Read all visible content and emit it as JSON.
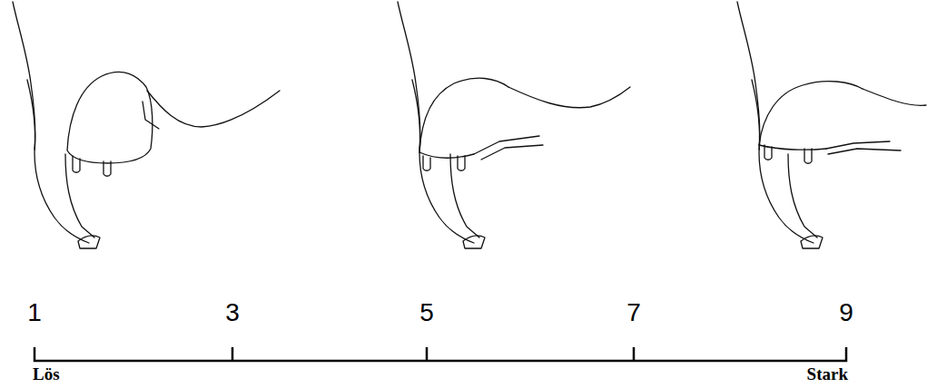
{
  "diagram": {
    "labels": [
      "1",
      "3",
      "5",
      "7",
      "9",
      "Lös",
      "Stark"
    ]
  }
}
